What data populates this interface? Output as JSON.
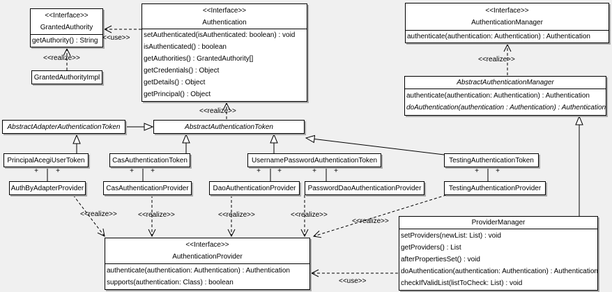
{
  "diagram": {
    "labels": {
      "use": "&lt;&lt;use&gt;&gt;",
      "realize": "<<realize>>",
      "use_plain": "<<use>>",
      "plus": "+"
    },
    "classes": {
      "granted_authority": {
        "stereotype": "<<Interface>>",
        "name": "GrantedAuthority",
        "methods": [
          "getAuthority() : String"
        ]
      },
      "granted_authority_impl": {
        "name": "GrantedAuthorityImpl"
      },
      "authentication": {
        "stereotype": "<<Interface>>",
        "name": "Authentication",
        "methods": [
          "setAuthenticated(isAuthenticated: boolean) : void",
          "isAuthenticated() : boolean",
          "getAuthorities() : GrantedAuthority[]",
          "getCredentials() : Object",
          "getDetails() : Object",
          "getPrincipal() : Object"
        ]
      },
      "authentication_manager": {
        "stereotype": "<<Interface>>",
        "name": "AuthenticationManager",
        "methods": [
          "authenticate(authentication: Authentication) : Authentication"
        ]
      },
      "abstract_authentication_manager": {
        "name": "AbstractAuthenticationManager",
        "methods": [
          "authenticate(authentication: Authentication) : Authentication",
          "doAuthentication(authentication : Authentication) : Authentication"
        ]
      },
      "abstract_adapter_authentication_token": {
        "name": "AbstractAdapterAuthenticationToken"
      },
      "abstract_authentication_token": {
        "name": "AbstractAuthenticationToken"
      },
      "principal_acegi_user_token": {
        "name": "PrincipalAcegiUserToken"
      },
      "cas_authentication_token": {
        "name": "CasAuthenticationToken"
      },
      "username_password_authentication_token": {
        "name": "UsernamePasswordAuthenticationToken"
      },
      "testing_authentication_token": {
        "name": "TestingAuthenticationToken"
      },
      "auth_by_adapter_provider": {
        "name": "AuthByAdapterProvider"
      },
      "cas_authentication_provider": {
        "name": "CasAuthenticationProvider"
      },
      "dao_authentication_provider": {
        "name": "DaoAuthenticationProvider"
      },
      "password_dao_authentication_provider": {
        "name": "PasswordDaoAuthenticationProvider"
      },
      "testing_authentication_provider": {
        "name": "TestingAuthenticationProvider"
      },
      "authentication_provider": {
        "stereotype": "<<Interface>>",
        "name": "AuthenticationProvider",
        "methods": [
          "authenticate(authentication: Authentication) : Authentication",
          "supports(authentication: Class) : boolean"
        ]
      },
      "provider_manager": {
        "name": "ProviderManager",
        "methods": [
          "setProviders(newList: List) : void",
          "getProviders() : List",
          "afterPropertiesSet() : void",
          "doAuthentication(authentication: Authentication) : Authentication",
          "checkIfValidList(listToCheck: List) : void"
        ]
      }
    }
  }
}
